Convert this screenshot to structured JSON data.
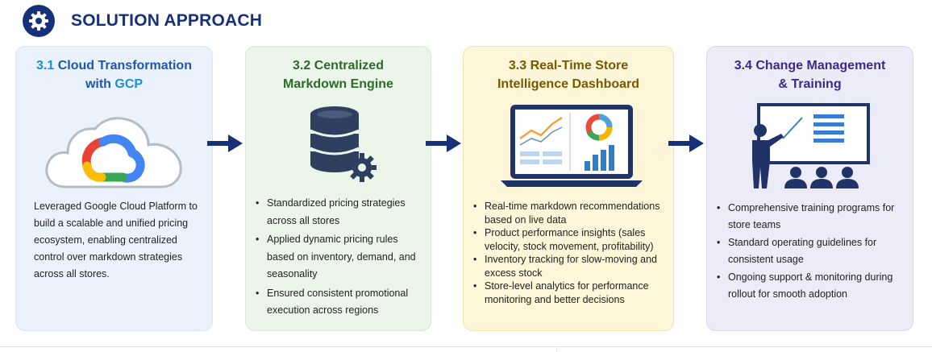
{
  "header": {
    "title": "SOLUTION APPROACH",
    "icon": "gear-icon"
  },
  "colors": {
    "navy": "#17307a",
    "card1_bg": "#eaf3fd",
    "card2_bg": "#ebf5ea",
    "card3_bg": "#fdf6d8",
    "card4_bg": "#ecebf8"
  },
  "cards": [
    {
      "num": "3.1",
      "title_line1": "Cloud Transformation",
      "title_line2_pre": "with ",
      "title_line2_brand": "GCP",
      "icon": "google-cloud-icon",
      "description": "Leveraged Google Cloud Platform to build a scalable and unified pricing ecosystem, enabling centralized control over markdown strategies across all stores."
    },
    {
      "title": "3.2 Centralized\nMarkdown Engine",
      "icon": "database-gear-icon",
      "bullets": [
        "Standardized pricing strategies across all stores",
        "Applied dynamic pricing rules based on inventory, demand, and seasonality",
        "Ensured consistent promotional execution across regions"
      ]
    },
    {
      "title": "3.3 Real-Time Store\nIntelligence Dashboard",
      "icon": "laptop-dashboard-icon",
      "bullets": [
        "Real-time markdown recommendations based on live data",
        "Product performance insights (sales velocity, stock movement, profitability)",
        "Inventory tracking for slow-moving and excess stock",
        "Store-level analytics for performance monitoring and better decisions"
      ]
    },
    {
      "title": "3.4 Change Management\n& Training",
      "icon": "presentation-training-icon",
      "bullets": [
        "Comprehensive training programs for store teams",
        "Standard operating guidelines for consistent usage",
        "Ongoing support & monitoring during rollout for smooth adoption"
      ]
    }
  ]
}
